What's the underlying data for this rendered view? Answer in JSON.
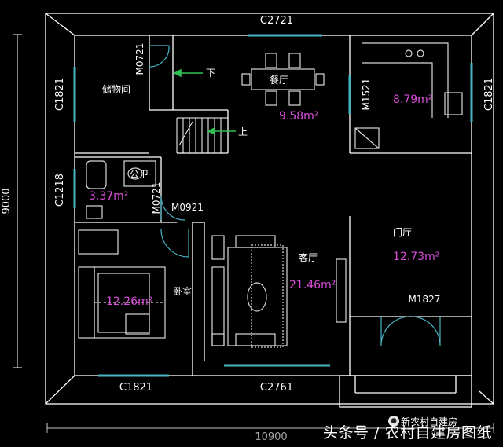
{
  "dimensions": {
    "top_wall": "C2721",
    "height_total": "9000",
    "width_total": "10900",
    "bottom_left_window": "C1821",
    "bottom_window": "C2761",
    "left_window_upper": "C1821",
    "left_window_lower": "C1218",
    "right_window": "C1821"
  },
  "doors": {
    "storage_door": "M0721",
    "bath_door": "M0721",
    "bedroom_door": "M0921",
    "kitchen_door": "M1521",
    "entry_door": "M1827"
  },
  "rooms": {
    "storage": {
      "name": "储物间",
      "area": ""
    },
    "dining": {
      "name": "餐厅",
      "area": "9.58m²"
    },
    "kitchen": {
      "name": "",
      "area": "8.79m²"
    },
    "bathroom": {
      "name": "公卫",
      "area": "3.37m²"
    },
    "bedroom": {
      "name": "卧室",
      "area": "12.26m²"
    },
    "living": {
      "name": "客厅",
      "area": "21.46m²"
    },
    "foyer": {
      "name": "门厅",
      "area": "12.73m²"
    }
  },
  "stairs": {
    "down_label": "下",
    "up_label": "上"
  },
  "watermark": {
    "brand": "新农村自建房",
    "caption": "头条号 / 农村自建房图纸"
  },
  "colors": {
    "wall": "#ffffff",
    "dimension_text": "#ffffff",
    "area_text": "#d84fd8",
    "window": "#49b3c4",
    "door": "#49b3c4",
    "furniture": "#d8d8d8",
    "arrow": "#2fbf52"
  }
}
